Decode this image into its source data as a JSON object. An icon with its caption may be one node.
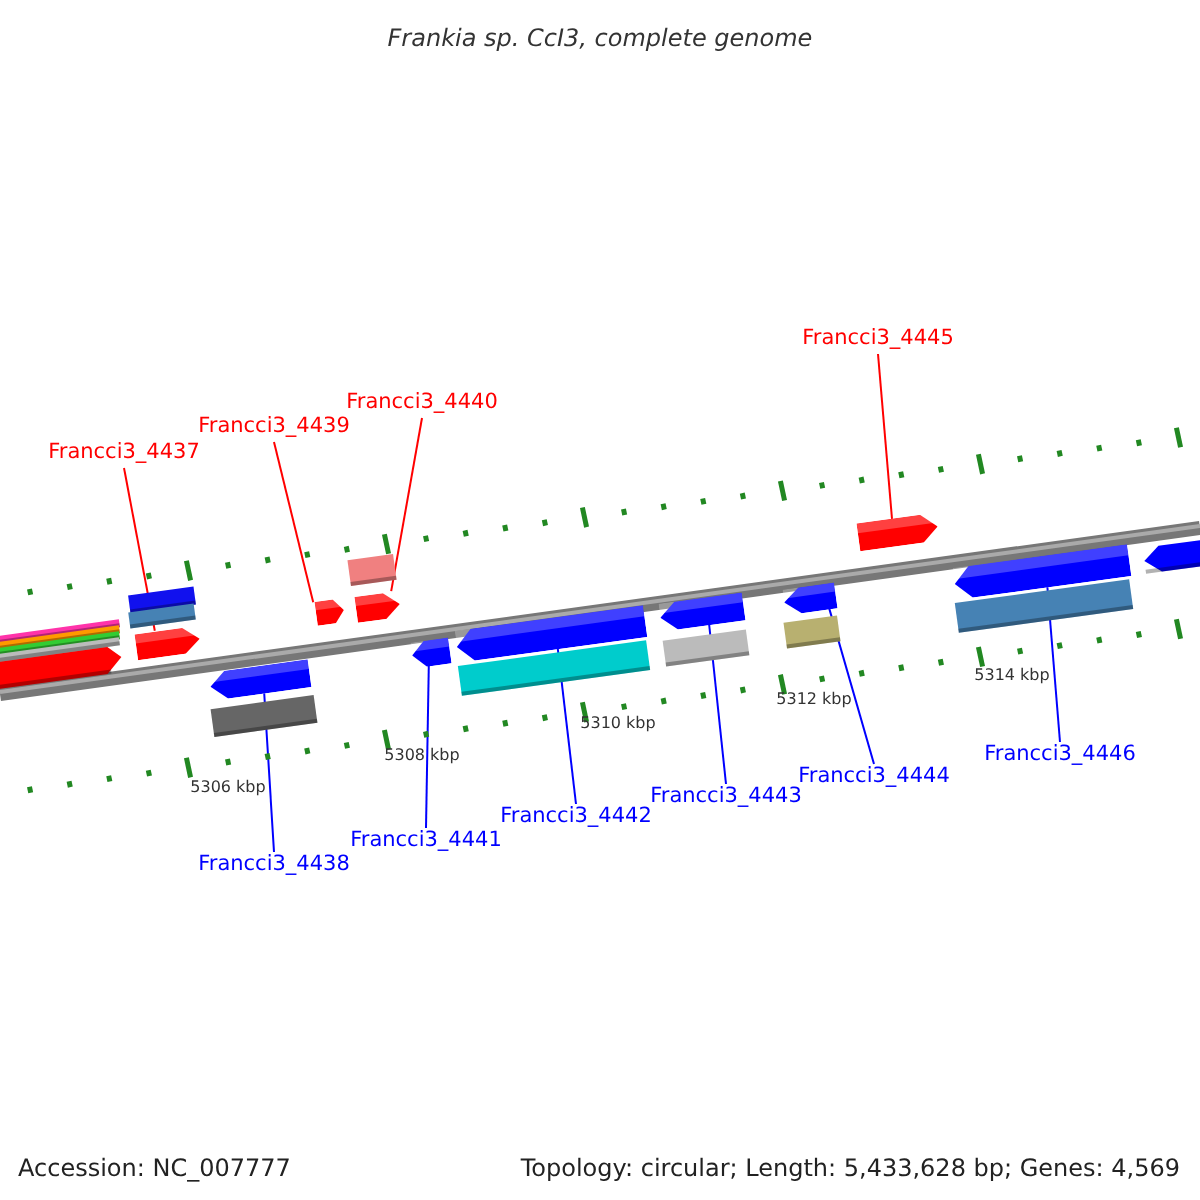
{
  "diagram": {
    "title": "Frankia sp. CcI3, complete genome",
    "nodes": [
      {
        "text": [
          "Francci3_4437"
        ]
      },
      {
        "text": [
          "Francci3_4438"
        ]
      },
      {
        "text": [
          "Francci3_4439"
        ]
      },
      {
        "text": [
          "Francci3_4440"
        ]
      },
      {
        "text": [
          "Francci3_4441"
        ]
      },
      {
        "text": [
          "Francci3_4442"
        ]
      },
      {
        "text": [
          "Francci3_4443"
        ]
      },
      {
        "text": [
          "Francci3_4444"
        ]
      },
      {
        "text": [
          "Francci3_4445"
        ]
      },
      {
        "text": [
          "Francci3_4446"
        ]
      },
      {
        "text": [],
        "shape": "arrow"
      },
      {
        "text": [],
        "shape": "arrow"
      },
      {
        "text": [],
        "shape": "arrow"
      },
      {
        "text": [],
        "shape": "arrow"
      },
      {
        "text": [],
        "shape": "arrow"
      },
      {
        "text": [],
        "shape": "arrow"
      },
      {
        "text": [],
        "shape": "arrow"
      },
      {
        "text": [],
        "shape": "arrow"
      },
      {
        "text": [],
        "shape": "arrow"
      },
      {
        "text": [],
        "shape": "arrow"
      }
    ],
    "edges": [
      {
        "from": 0,
        "to": 10,
        "arrow": "none",
        "color": "#ff0000"
      },
      {
        "from": 1,
        "to": 11,
        "arrow": "none"
      },
      {
        "from": 2,
        "to": 12,
        "arrow": "none",
        "color": "#ff0000"
      },
      {
        "from": 3,
        "to": 13,
        "arrow": "none",
        "color": "#ff0000"
      },
      {
        "from": 4,
        "to": 14,
        "arrow": "none"
      },
      {
        "from": 5,
        "to": 15,
        "arrow": "none"
      },
      {
        "from": 6,
        "to": 16,
        "arrow": "none"
      },
      {
        "from": 7,
        "to": 17,
        "arrow": "none"
      },
      {
        "from": 8,
        "to": 18,
        "arrow": "none",
        "color": "#ff0000"
      },
      {
        "from": 9,
        "to": 19,
        "arrow": "none"
      }
    ],
    "labels": [
      "5306 kbp",
      "5308 kbp",
      "5310 kbp",
      "5312 kbp",
      "5314 kbp",
      "Accession: NC_007777",
      "Topology: circular; Length: 5,433,628 bp; Genes: 4,569"
    ]
  }
}
